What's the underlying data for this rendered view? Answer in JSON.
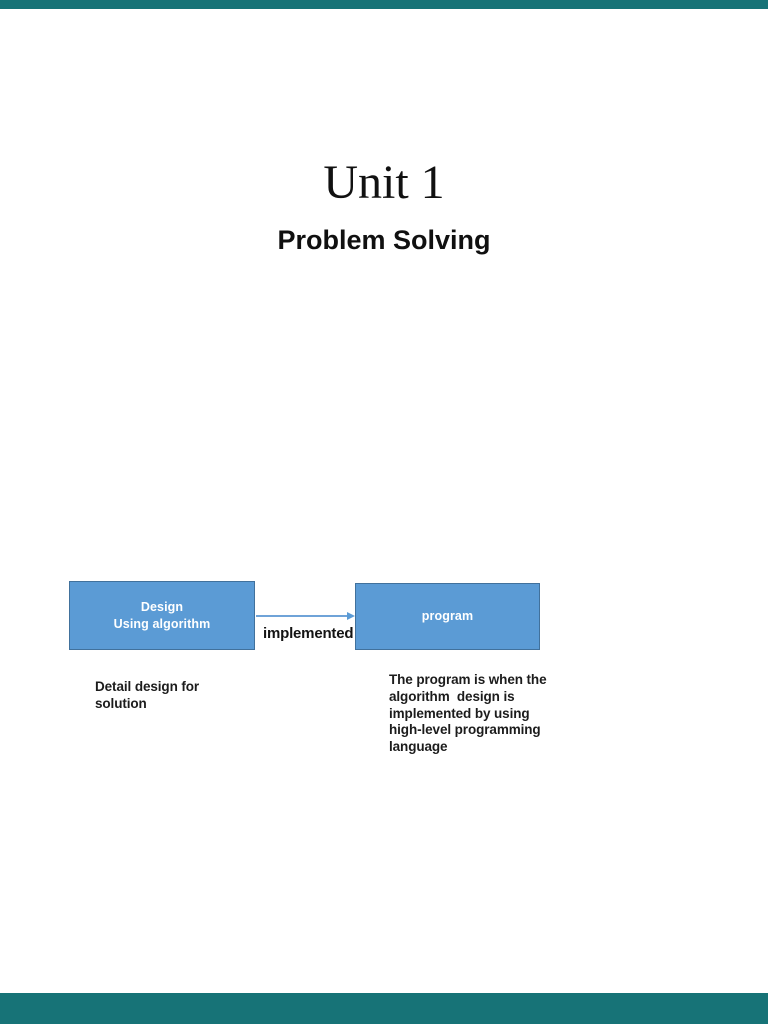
{
  "page": {
    "background_color": "#ffffff",
    "band_color": "#177377"
  },
  "header": {
    "title": "Unit 1",
    "subtitle": "Problem Solving"
  },
  "diagram": {
    "colors": {
      "box_fill": "#5b9bd5",
      "box_border": "#41719c",
      "box_text": "#ffffff",
      "arrow": "#6fa3d8"
    },
    "left_box": {
      "text": "Design\nUsing algorithm"
    },
    "right_box": {
      "text": "program"
    },
    "arrow_label": "implemented",
    "left_caption": "Detail design for\nsolution",
    "right_caption": "The program is when the\nalgorithm  design is\nimplemented by using\nhigh-level programming\nlanguage"
  }
}
